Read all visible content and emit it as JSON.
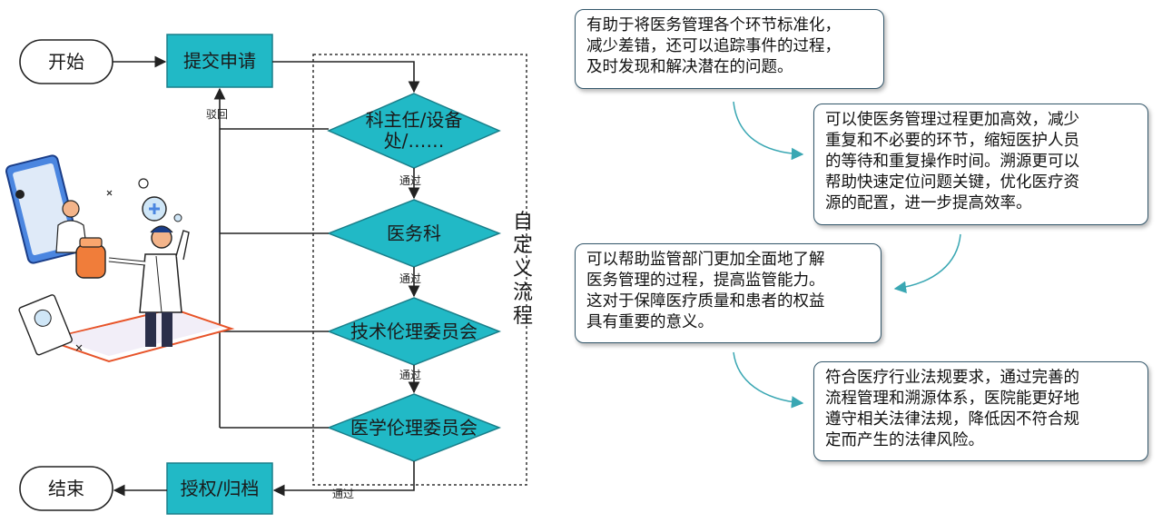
{
  "flowchart": {
    "start": "开始",
    "submit": "提交申请",
    "step1": "科主任/设备处/……",
    "step2": "医务科",
    "step3": "技术伦理委员会",
    "step4": "医学伦理委员会",
    "authorize": "授权/归档",
    "end": "结束",
    "reject_label": "驳回",
    "pass_label": "通过",
    "custom_flow_label": "自定义流程"
  },
  "notes": [
    "有助于将医务管理各个环节标准化，\n减少差错，还可以追踪事件的过程，\n及时发现和解决潜在的问题。",
    "可以使医务管理过程更加高效，减少\n重复和不必要的环节，缩短医护人员\n的等待和重复操作时间。溯源更可以\n帮助快速定位问题关键，优化医疗资\n源的配置，进一步提高效率。",
    "可以帮助监管部门更加全面地了解\n医务管理的过程，提高监管能力。\n这对于保障医疗质量和患者的权益\n具有重要的意义。",
    "符合医疗行业法规要求，通过完善的\n流程管理和溯源体系，医院能更好地\n遵守相关法律法规，降低因不符合规\n定而产生的法律风险。"
  ],
  "colors": {
    "box_fill": "#21b9c6",
    "box_border": "#1a7f8a",
    "note_border": "#33576b",
    "arrow_curve": "#3aa7b3"
  }
}
